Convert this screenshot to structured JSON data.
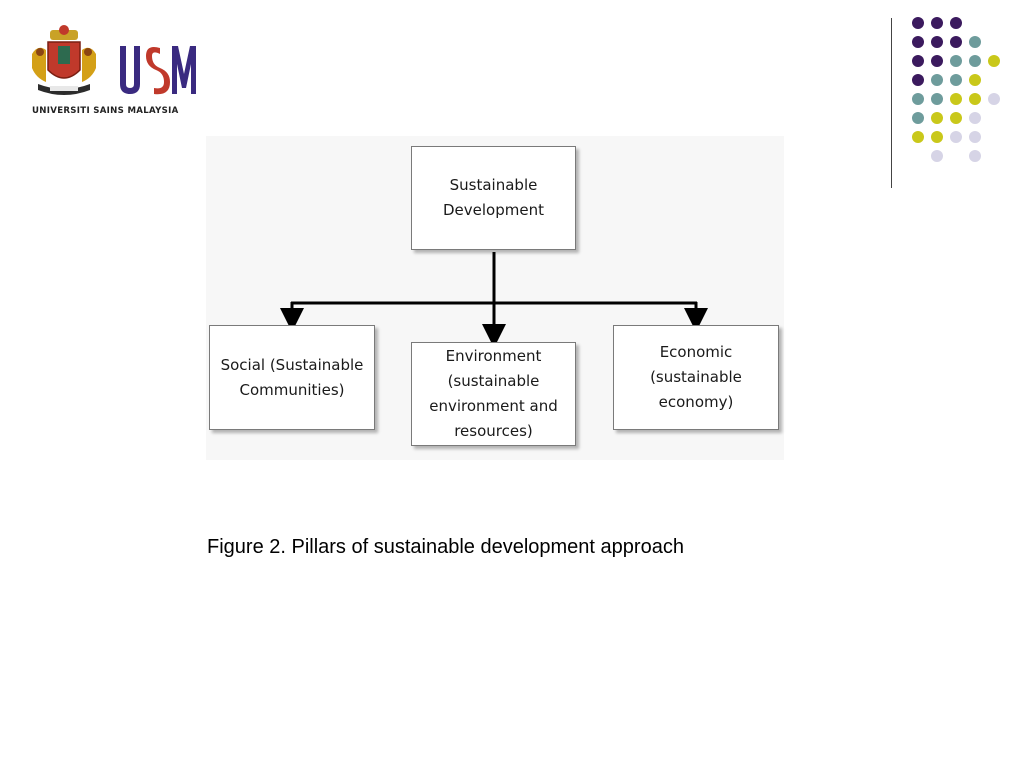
{
  "header": {
    "logo_text": "UNIVERSITI SAINS MALAYSIA",
    "logo_mark": "USM"
  },
  "diagram": {
    "root": {
      "label": "Sustainable Development"
    },
    "pillars": [
      {
        "label": "Social (Sustainable Communities)"
      },
      {
        "label": "Environment (sustainable environment and resources)"
      },
      {
        "label": "Economic (sustainable economy)"
      }
    ]
  },
  "caption": "Figure 2. Pillars of sustainable development approach",
  "colors": {
    "dot_purple": "#3b1a5e",
    "dot_teal": "#6e9c9c",
    "dot_yellow": "#c9c81a",
    "dot_lavender": "#d6d4e6",
    "logo_purple": "#3a2a80",
    "logo_red": "#c0392b"
  }
}
